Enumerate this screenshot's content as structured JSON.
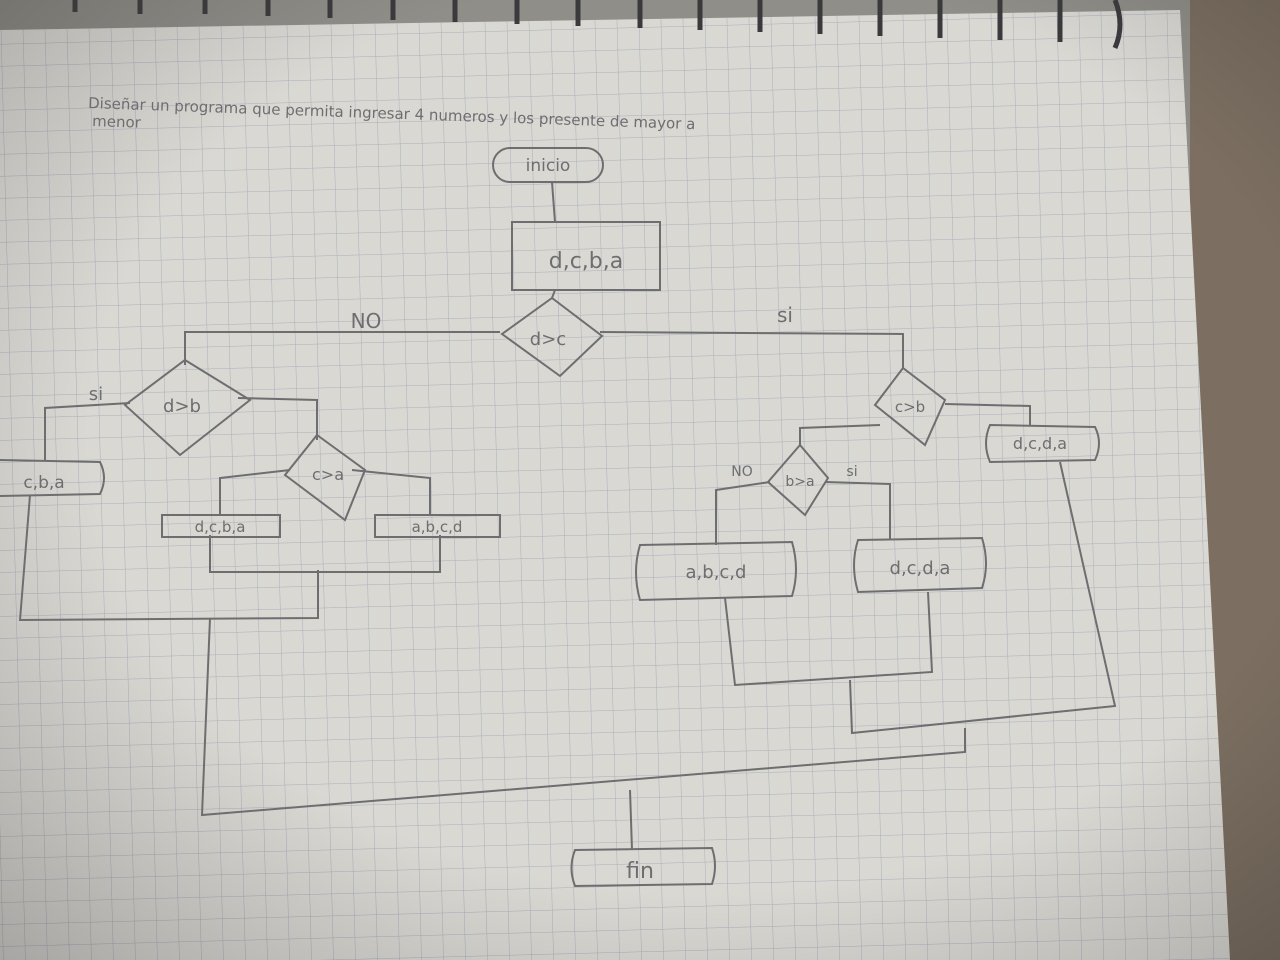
{
  "title": {
    "line1": "Diseñar un programa que permita ingresar 4 numeros y los presente de mayor a",
    "line2": "menor"
  },
  "nodes": {
    "start": "inicio",
    "input": "d,c,b,a",
    "cond_main": "d>c",
    "cond_left": "d>b",
    "cond_left2": "c>a",
    "cond_right": "c>b",
    "cond_right2": "b>a",
    "out_far_left": "c,b,a",
    "out_left_a": "d,c,b,a",
    "out_left_b": "a,b,c,d",
    "out_right_a": "a,b,c,d",
    "out_right_b": "d,c,d,a",
    "out_far_right": "d,c,d,a",
    "end": "fin"
  },
  "labels": {
    "no_main": "NO",
    "si_main": "si",
    "si_left": "si",
    "no_right2": "NO",
    "si_right2": "si"
  },
  "colors": {
    "paper": "#d9d8d3",
    "grid": "#a9b0bb",
    "ink": "#6e6e70"
  }
}
